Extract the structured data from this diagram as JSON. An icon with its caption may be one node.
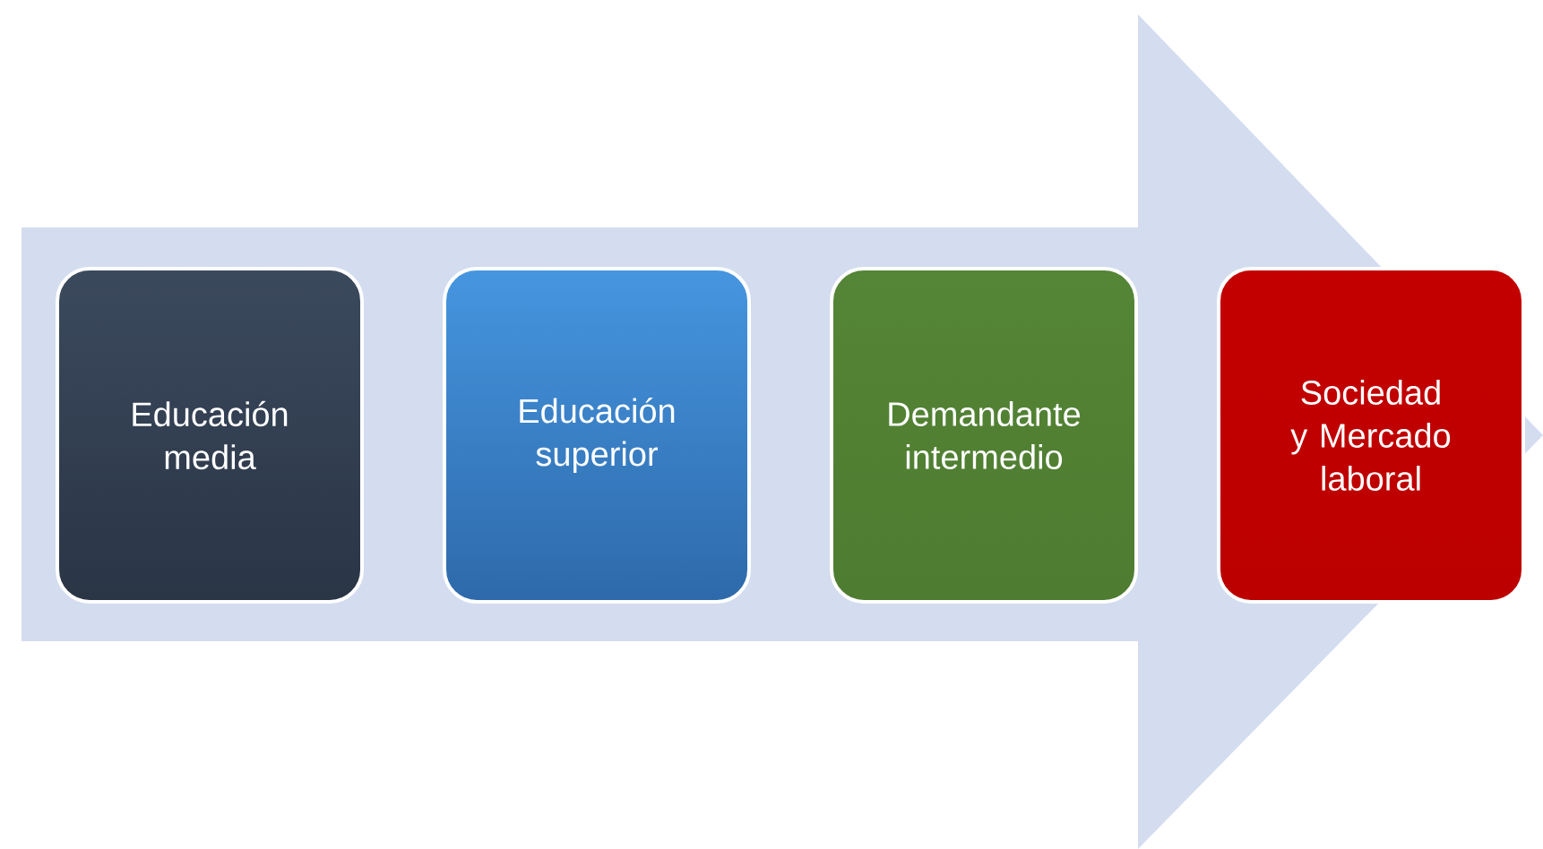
{
  "diagram": {
    "nodes": [
      {
        "text": [
          "Educación media"
        ]
      },
      {
        "text": [
          "Educación superior"
        ]
      },
      {
        "text": [
          "Demandante intermedio"
        ]
      },
      {
        "text": [
          "Sociedad y Mercado laboral"
        ]
      }
    ],
    "edges": [
      {
        "from": 0,
        "to": 3,
        "arrow": "to"
      }
    ]
  }
}
